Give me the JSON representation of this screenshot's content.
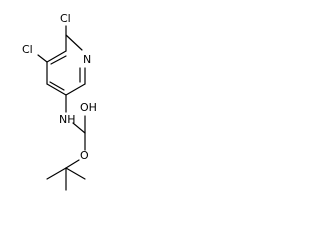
{
  "molecule": {
    "atom_labels": {
      "cl_top": "Cl",
      "cl_left": "Cl",
      "nitrogen_ring": "N",
      "nitrogen_amine": "NH",
      "oxygen_hydroxyl": "OH",
      "oxygen_ester": "O"
    }
  },
  "colors": {
    "bond": "#000000",
    "text": "#000000",
    "background": "#ffffff"
  }
}
